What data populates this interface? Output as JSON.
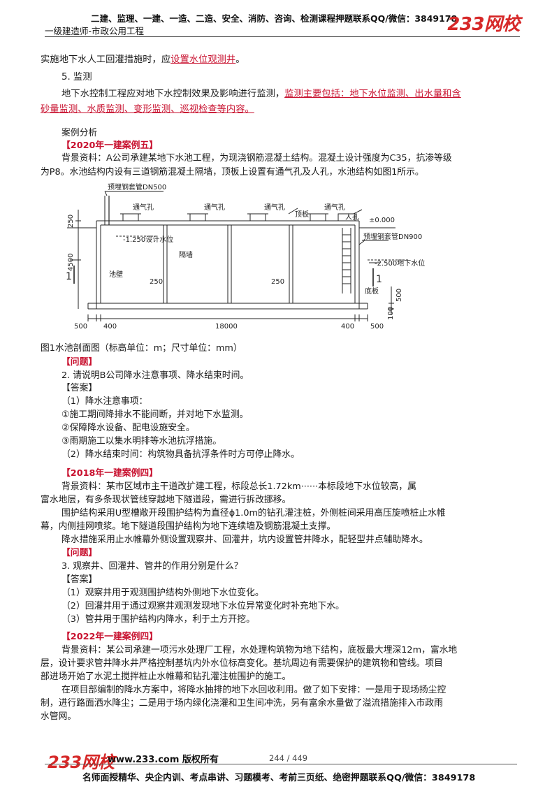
{
  "header": {
    "top_line": "二建、监理、一建、一造、二造、安全、消防、咨询、检测课程押题联系QQ/微信：3849178",
    "subtitle": "一级建造师-市政公用工程",
    "logo": "233网校"
  },
  "body": {
    "l1_prefix": "实施地下水人工回灌措施时，应",
    "l1_red": "设置水位观测井",
    "l1_suffix": "。",
    "l2": "5. 监测",
    "l3_prefix": "地下水控制工程应对地下水控制效果及影响进行监测，",
    "l3_red": "监测主要包括：地下水位监测、出水量和含",
    "l4_red": "砂量监测、水质监测、变形监测、巡视检查等内容。",
    "case_heading": "案例分析",
    "c1_tag": "【2020年一建案例五】",
    "c1_bg1": "背景资料：A公司承建某地下水池工程，为现浇钢筋混凝土结构。混凝土设计强度为C35，抗渗等级",
    "c1_bg2": "为P8。水池结构内设有三道钢筋混凝土隔墙，顶板上设置有通气孔及人孔，水池结构如图1所示。",
    "fig_caption": "图1水池剖面图（标高单位：m；尺寸单位：mm）",
    "c1_q_tag": "【问题】",
    "c1_q": "2. 请说明B公司降水注意事项、降水结束时间。",
    "c1_a_tag": "【答案】",
    "c1_a1": "（1）降水注意事项：",
    "c1_a2": "①施工期间降排水不能间断，并对地下水监测。",
    "c1_a3": "②保障降水设备、配电设施安全。",
    "c1_a4": "③雨期施工以集水明排等水池抗浮措施。",
    "c1_a5": "（2）降水结束时间：构筑物具备抗浮条件时方可停止降水。",
    "c2_tag": "【2018年一建案例四】",
    "c2_bg1": "背景资料：某市区域市主干道改扩建工程，标段总长1.72km······本标段地下水位较高，属",
    "c2_bg2": "富水地层，有多条现状管线穿越地下隧道段，需进行拆改挪移。",
    "c2_bg3": "围护结构采用U型槽敞开段围护结构为直径ϕ1.0m的钻孔灌注桩，外侧桩间采用高压旋喷桩止水帷",
    "c2_bg4": "幕，内侧挂网喷浆。地下隧道段围护结构为地下连续墙及钢筋混凝土支撑。",
    "c2_bg5": "降水措施采用止水帷幕外侧设置观察井、回灌井，坑内设置管井降水，配轻型井点辅助降水。",
    "c2_q_tag": "【问题】",
    "c2_q": "3. 观察井、回灌井、管井的作用分别是什么？",
    "c2_a_tag": "【答案】",
    "c2_a1": "（1）观察井用于观测围护结构外侧地下水位变化。",
    "c2_a2": "（2）回灌井用于通过观察井观测发现地下水位异常变化时补充地下水。",
    "c2_a3": "（3）管井用于围护结构内降水，利于土方开挖。",
    "c3_tag": "【2022年一建案例四】",
    "c3_bg1": "背景资料：某公司承建一项污水处理厂工程，水处理构筑物为地下结构，底板最大埋深12m，富水地",
    "c3_bg2": "层，设计要求管井降水井严格控制基坑内外水位标高变化。基坑周边有需要保护的建筑物和管线。项目",
    "c3_bg3": "部进场开始了水泥土搅拌桩止水帷幕和钻孔灌注桩围护的施工。",
    "c3_bg4": "在项目部编制的降水方案中，将降水抽排的地下水回收利用。做了如下安排：一是用于现场扬尘控",
    "c3_bg5": "制，进行路面洒水降尘；二是用于场内绿化浇灌和卫生间冲洗，另有富余水量做了溢流措施排入市政雨",
    "c3_bg6": "水管网。"
  },
  "figure": {
    "pipe_label": "预埋钢套管DN500",
    "vent1": "通气孔",
    "vent2": "通气孔",
    "vent3": "通气孔",
    "vent4": "通气孔",
    "slab": "顶板",
    "manhole": "人孔",
    "elev0": "±0.000",
    "dim250": "250",
    "design_wl": "-1.250设计水位",
    "partition": "隔墙",
    "pipe900": "预埋钢套管DN900",
    "dim4500": "4500",
    "sec1": "1",
    "sec2": "1",
    "gw_level": "-2.500地下水位",
    "pool_wall": "池壁",
    "w1": "250",
    "w2": "250",
    "base": "底板",
    "dim500v": "500",
    "dim100v": "100",
    "b500l": "500",
    "b400l": "400",
    "b18000": "18000",
    "b400r": "400",
    "b500r": "500"
  },
  "footer": {
    "logo": "233网校",
    "url": "www.233.com 版权所有",
    "page": "244 / 449",
    "line": "名师面授精华、央企内训、考点串讲、习题模考、考前三页纸、绝密押题联系QQ/微信：3849178"
  }
}
